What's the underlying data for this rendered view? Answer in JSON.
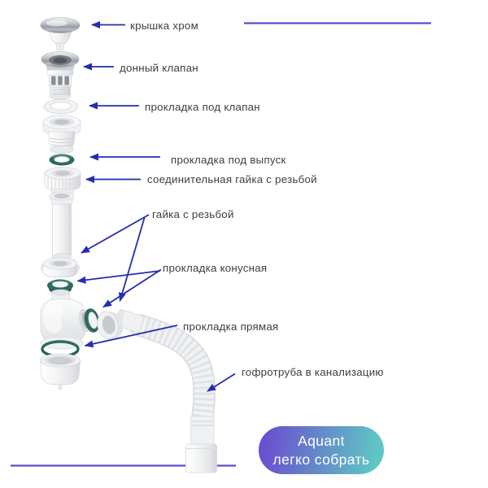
{
  "labels": {
    "cap": "крышка хром",
    "bottom_valve": "донный клапан",
    "valve_gasket": "прокладка под клапан",
    "outlet_gasket": "прокладка под выпуск",
    "connecting_nut": "соединительная гайка с резьбой",
    "threaded_nut": "гайка с резьбой",
    "cone_gasket": "прокладка конусная",
    "flat_gasket": "прокладка прямая",
    "corrugated_pipe": "гофротруба в канализацию"
  },
  "badge": {
    "brand": "Aquant",
    "tagline": "легко собрать"
  },
  "colors": {
    "arrow": "#242eae",
    "accent_line": "#5a4fc6",
    "gasket_green": "#2e6b60",
    "badge_gradient_from": "#6a52cf",
    "badge_gradient_to": "#5fc6c4",
    "label_text": "#3e3e40"
  }
}
